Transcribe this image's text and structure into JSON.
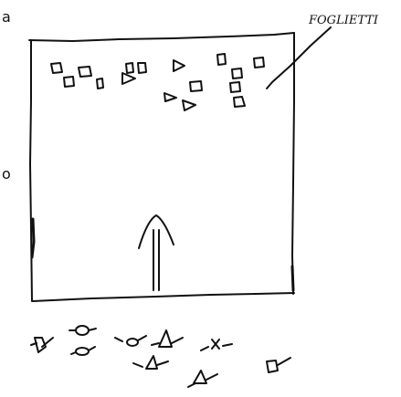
{
  "label": {
    "text": "FOGLIETTI"
  },
  "margin_marks": {
    "top": "a",
    "middle": "o"
  }
}
